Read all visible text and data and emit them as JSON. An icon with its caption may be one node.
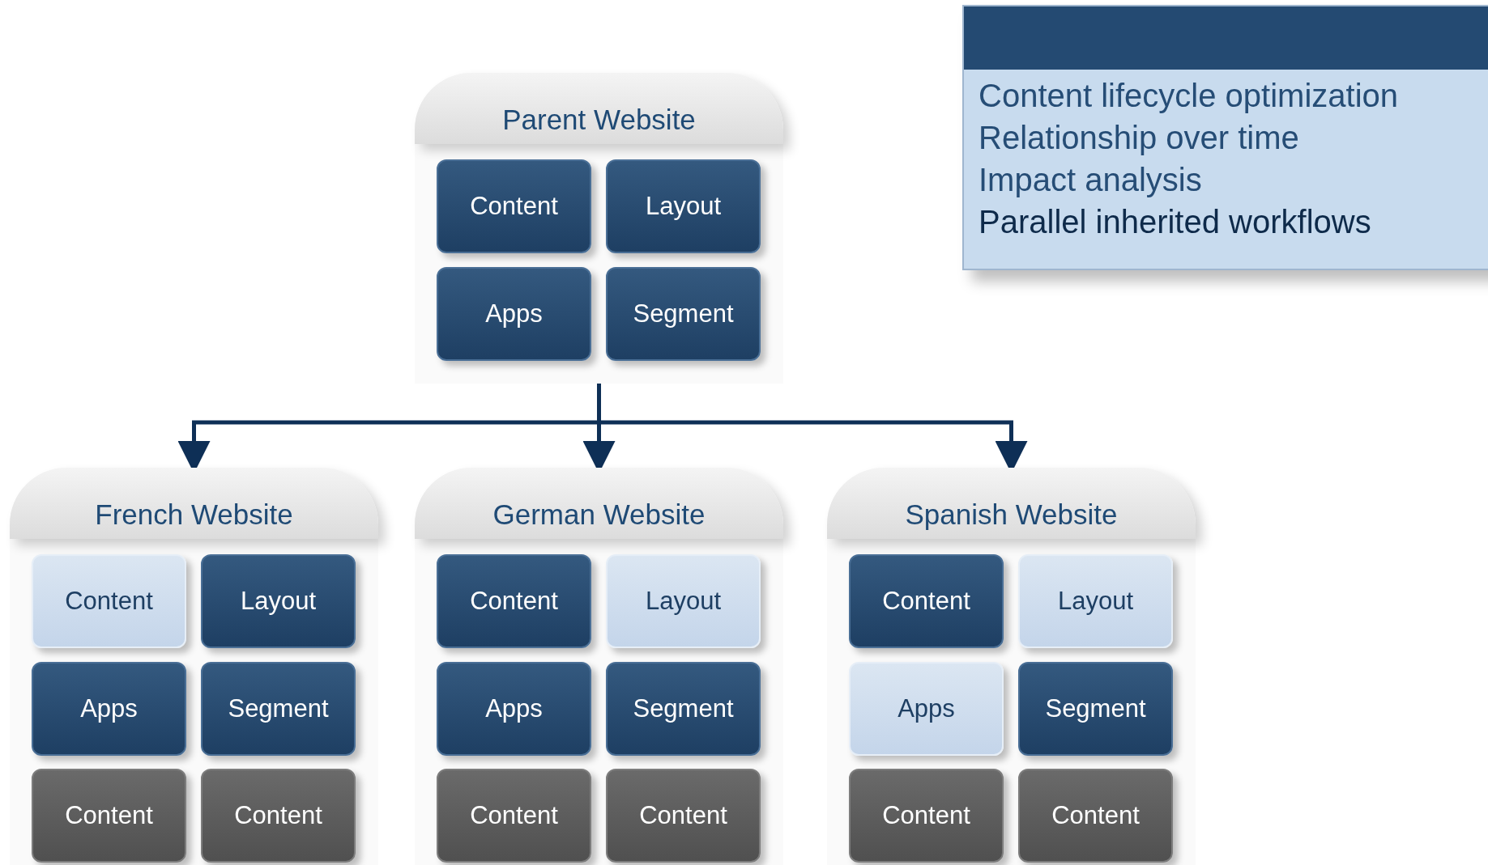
{
  "diagram": {
    "nodes": [
      {
        "text": [
          "Parent Website"
        ]
      },
      {
        "text": [
          "Content"
        ],
        "in": 0
      },
      {
        "text": [
          "Layout"
        ],
        "in": 0
      },
      {
        "text": [
          "Apps"
        ],
        "in": 0
      },
      {
        "text": [
          "Segment"
        ],
        "in": 0
      },
      {
        "text": [
          "French Website"
        ]
      },
      {
        "text": [
          "Content"
        ],
        "in": 5
      },
      {
        "text": [
          "Layout"
        ],
        "in": 5
      },
      {
        "text": [
          "Apps"
        ],
        "in": 5
      },
      {
        "text": [
          "Segment"
        ],
        "in": 5
      },
      {
        "text": [
          "Content"
        ],
        "in": 5
      },
      {
        "text": [
          "Content"
        ],
        "in": 5
      },
      {
        "text": [
          "German Website"
        ]
      },
      {
        "text": [
          "Content"
        ],
        "in": 12
      },
      {
        "text": [
          "Layout"
        ],
        "in": 12
      },
      {
        "text": [
          "Apps"
        ],
        "in": 12
      },
      {
        "text": [
          "Segment"
        ],
        "in": 12
      },
      {
        "text": [
          "Content"
        ],
        "in": 12
      },
      {
        "text": [
          "Content"
        ],
        "in": 12
      },
      {
        "text": [
          "Spanish Website"
        ]
      },
      {
        "text": [
          "Content"
        ],
        "in": 19
      },
      {
        "text": [
          "Layout"
        ],
        "in": 19
      },
      {
        "text": [
          "Apps"
        ],
        "in": 19
      },
      {
        "text": [
          "Segment"
        ],
        "in": 19
      },
      {
        "text": [
          "Content"
        ],
        "in": 19
      },
      {
        "text": [
          "Content"
        ],
        "in": 19
      },
      {
        "text": [
          "Content lifecycle optimization",
          "Relationship over time",
          "Impact analysis",
          "Parallel inherited workflows"
        ]
      }
    ],
    "edges": [
      {
        "from": 0,
        "to": 5,
        "arrow": "to"
      },
      {
        "from": 0,
        "to": 12,
        "arrow": "to"
      },
      {
        "from": 0,
        "to": 19,
        "arrow": "to"
      }
    ]
  }
}
